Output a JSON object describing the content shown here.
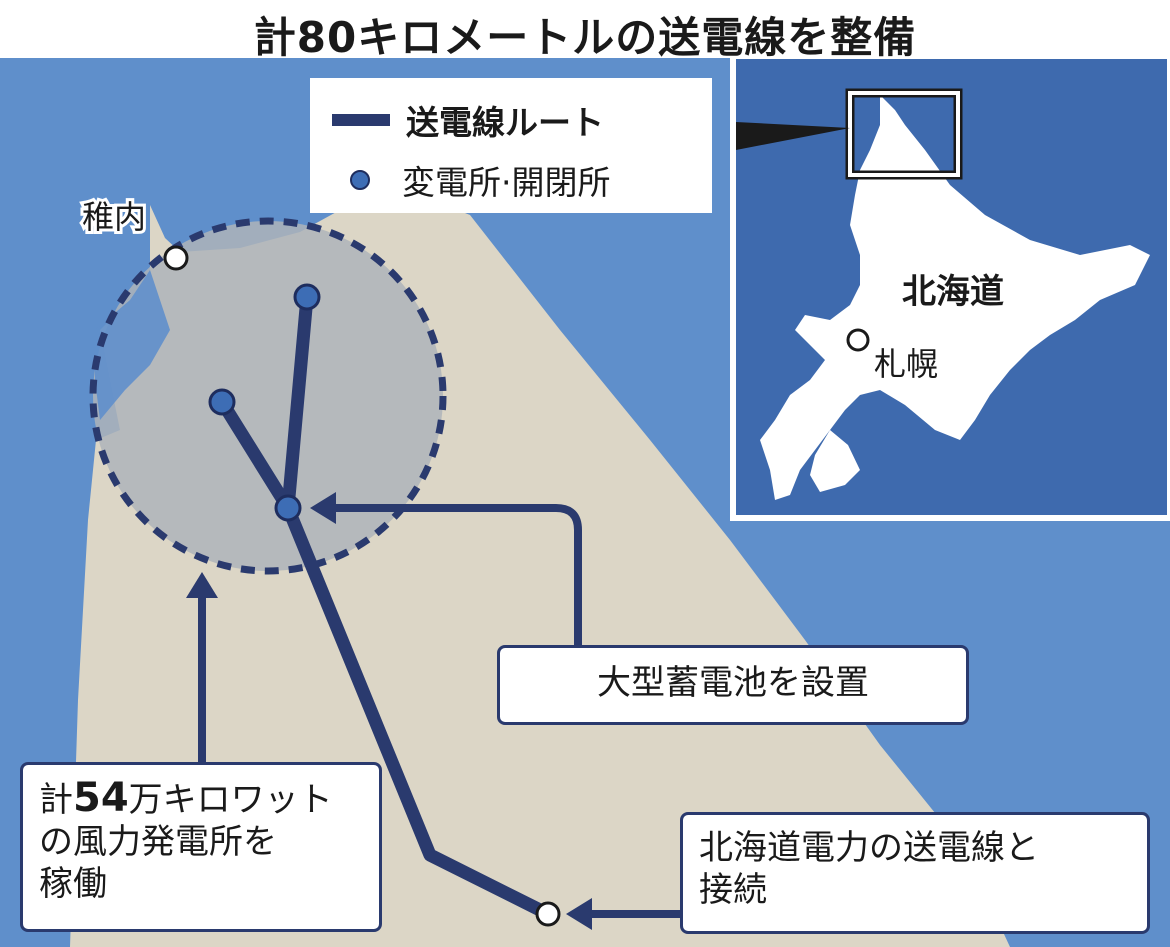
{
  "title": "計80キロメートルの送電線を整備",
  "legend": {
    "route_label": "送電線ルート",
    "station_label": "変電所·開閉所"
  },
  "places": {
    "wakkanai": "稚内",
    "hokkaido": "北海道",
    "sapporo": "札幌"
  },
  "callouts": {
    "battery": "大型蓄電池を設置",
    "wind_prefix": "計",
    "wind_number": "54",
    "wind_rest_line1": "万キロワット",
    "wind_line2": "の風力発電所を",
    "wind_line3": "稼働",
    "grid_line1": "北海道電力の送電線と",
    "grid_line2": "接続"
  },
  "colors": {
    "sea": "#5f8fcb",
    "land": "#dcd6c6",
    "highlight_zone": "#aeb4ba",
    "route": "#2a3a6e",
    "station_fill": "#3d6db5",
    "inset_sea": "#3e6aae",
    "inset_land": "#ffffff"
  }
}
